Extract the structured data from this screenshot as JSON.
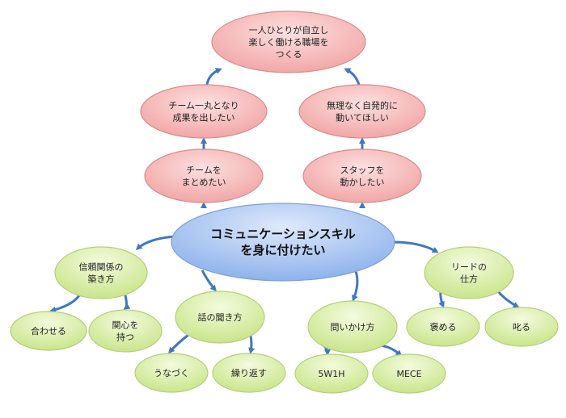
{
  "colors": {
    "goal": "#f7b9b9",
    "center": "#a9c6f2",
    "branch": "#d8ef9f",
    "arrow": "#3f78c0"
  },
  "nodes": {
    "goal_top": {
      "lines": [
        "一人ひとりが自立し",
        "楽しく働ける職場を",
        "つくる"
      ],
      "type": "goal"
    },
    "goal_team": {
      "lines": [
        "チーム一丸となり",
        "成果を出したい"
      ],
      "type": "goal"
    },
    "goal_self": {
      "lines": [
        "無理なく自発的に",
        "動いてほしい"
      ],
      "type": "goal"
    },
    "goal_unite": {
      "lines": [
        "チームを",
        "まとめたい"
      ],
      "type": "goal"
    },
    "goal_staff": {
      "lines": [
        "スタッフを",
        "動かしたい"
      ],
      "type": "goal"
    },
    "center": {
      "lines": [
        "コミュニケーションスキル",
        "を身に付けたい"
      ],
      "type": "center"
    },
    "trust": {
      "lines": [
        "信頼関係の",
        "築き方"
      ],
      "type": "branch"
    },
    "listen": {
      "lines": [
        "話の聞き方"
      ],
      "type": "branch"
    },
    "ask": {
      "lines": [
        "問いかけ方"
      ],
      "type": "branch"
    },
    "lead": {
      "lines": [
        "リードの",
        "仕方"
      ],
      "type": "branch"
    },
    "match": {
      "lines": [
        "合わせる"
      ],
      "type": "branch"
    },
    "interest": {
      "lines": [
        "関心を",
        "持つ"
      ],
      "type": "branch"
    },
    "nod": {
      "lines": [
        "うなづく"
      ],
      "type": "branch"
    },
    "repeat": {
      "lines": [
        "繰り返す"
      ],
      "type": "branch"
    },
    "w5h1": {
      "lines": [
        "5W1H"
      ],
      "type": "branch"
    },
    "mece": {
      "lines": [
        "MECE"
      ],
      "type": "branch"
    },
    "praise": {
      "lines": [
        "褒める"
      ],
      "type": "branch"
    },
    "scold": {
      "lines": [
        "叱る"
      ],
      "type": "branch"
    }
  },
  "edges": [
    [
      "goal_unite",
      "goal_team"
    ],
    [
      "goal_team",
      "goal_top"
    ],
    [
      "goal_staff",
      "goal_self"
    ],
    [
      "goal_self",
      "goal_top"
    ],
    [
      "center",
      "goal_unite"
    ],
    [
      "center",
      "goal_staff"
    ],
    [
      "center",
      "trust"
    ],
    [
      "center",
      "listen"
    ],
    [
      "center",
      "ask"
    ],
    [
      "center",
      "lead"
    ],
    [
      "trust",
      "match"
    ],
    [
      "trust",
      "interest"
    ],
    [
      "listen",
      "nod"
    ],
    [
      "listen",
      "repeat"
    ],
    [
      "ask",
      "w5h1"
    ],
    [
      "ask",
      "mece"
    ],
    [
      "lead",
      "praise"
    ],
    [
      "lead",
      "scold"
    ]
  ]
}
